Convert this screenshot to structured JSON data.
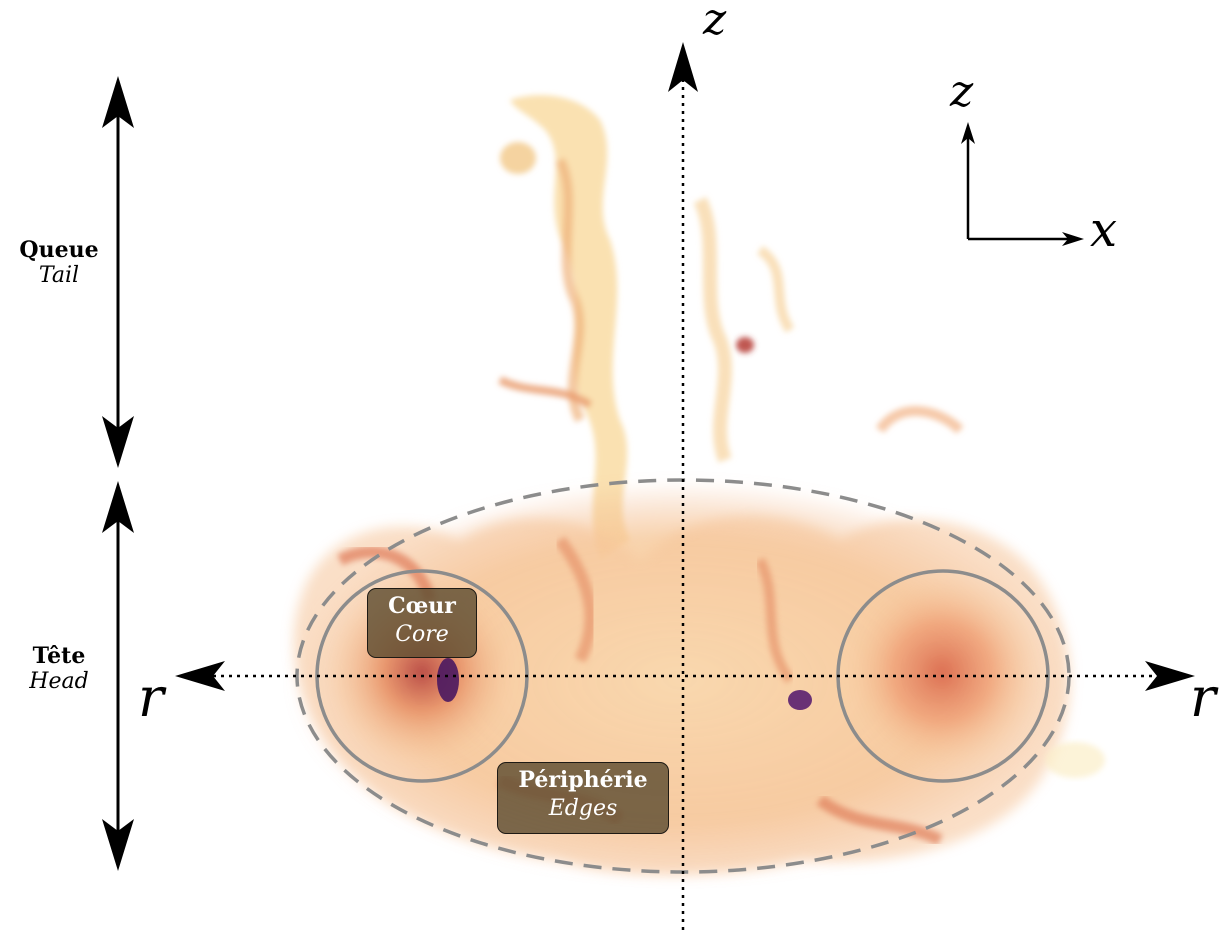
{
  "labels": {
    "tail_fr": "Queue",
    "tail_en": "Tail",
    "head_fr": "Tête",
    "head_en": "Head",
    "core_fr": "Cœur",
    "core_en": "Core",
    "edges_fr": "Périphérie",
    "edges_en": "Edges"
  },
  "axes": {
    "vertical_axis": "z",
    "radial_left": "r",
    "radial_right": "r",
    "triad_vertical": "z",
    "triad_horizontal": "x"
  },
  "colors": {
    "plume_light": "#fbe4b0",
    "plume_mid": "#f0a070",
    "plume_dark": "#c04030",
    "plume_deep": "#4a1860",
    "guide_gray": "#8c8c8c",
    "label_box": "#5f4e32"
  }
}
